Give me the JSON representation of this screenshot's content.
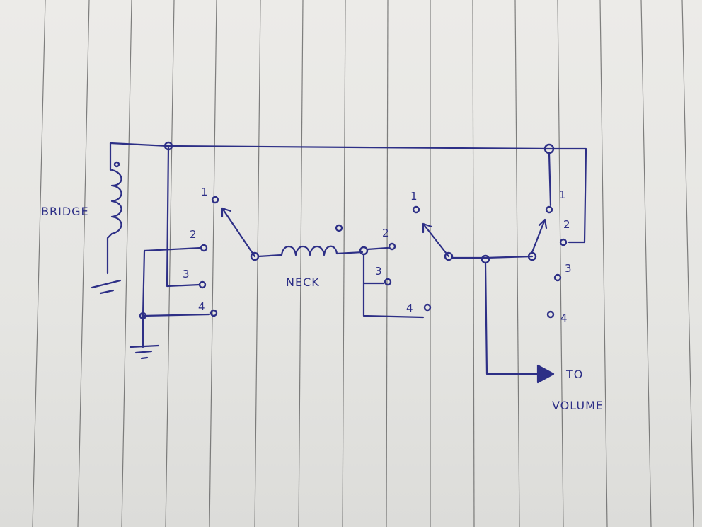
{
  "labels": {
    "bridge": "BRIDGE",
    "neck": "NECK",
    "to": "TO",
    "volume": "VOLUME"
  },
  "switch_a": {
    "p1": "1",
    "p2": "2",
    "p3": "3",
    "p4": "4"
  },
  "switch_b": {
    "p2": "2",
    "p3": "3",
    "p4": "4"
  },
  "switch_c": {
    "p1": "1"
  },
  "switch_d": {
    "p1": "1",
    "p2": "2",
    "p3": "3",
    "p4": "4"
  },
  "ink_color": "#2d2f86"
}
